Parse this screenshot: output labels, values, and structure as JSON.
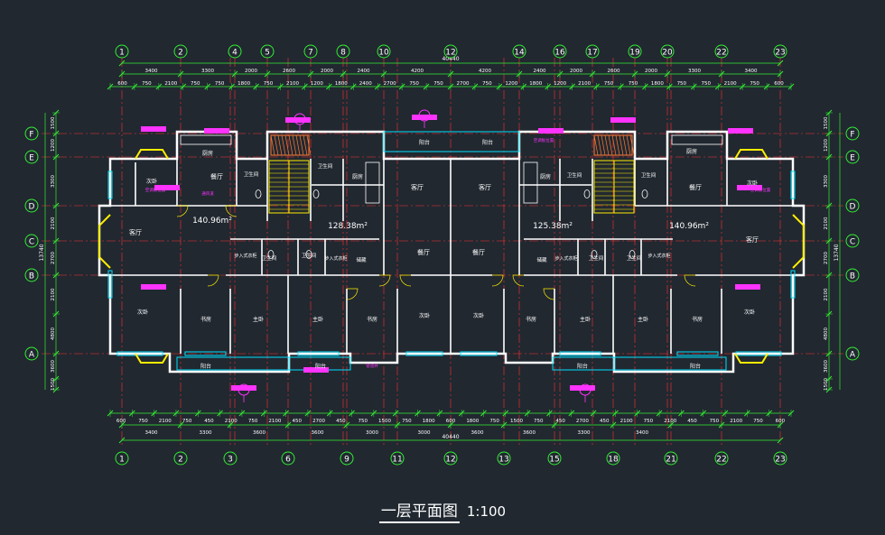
{
  "drawing": {
    "title": "一层平面图",
    "scale": "1:100",
    "colors": {
      "background": "#212830",
      "grid": "#ff3030",
      "dim": "#33ee33",
      "wall": "#ffffff",
      "yellow": "#ffee00",
      "cyan": "#00e0ff",
      "magenta": "#ff33ff",
      "orange": "#ff7733",
      "text": "#ffffff"
    }
  },
  "axes": {
    "top": [
      "1",
      "2",
      "4",
      "5",
      "7",
      "8",
      "10",
      "12",
      "14",
      "16",
      "17",
      "19",
      "20",
      "22",
      "23"
    ],
    "bottom": [
      "1",
      "2",
      "3",
      "6",
      "9",
      "11",
      "12",
      "13",
      "15",
      "18",
      "21",
      "22",
      "23"
    ],
    "rows": [
      "F",
      "E",
      "D",
      "C",
      "B",
      "A"
    ]
  },
  "dims": {
    "overall_top": "40440",
    "overall_bottom": "40440",
    "top_axis_spacing": [
      "3400",
      "3300",
      "2000",
      "2600",
      "2000",
      "2400",
      "4200",
      "4200",
      "2400",
      "2000",
      "2600",
      "2000",
      "3300",
      "3400"
    ],
    "top_detail": [
      "600",
      "750",
      "2100",
      "750",
      "750",
      "1800",
      "750",
      "2100",
      "1200",
      "1800",
      "2400",
      "2700",
      "750",
      "750",
      "2700",
      "750",
      "1200",
      "1800",
      "1200",
      "2100",
      "750",
      "750",
      "1800",
      "750",
      "750",
      "2100",
      "750",
      "600"
    ],
    "bottom_axis_spacing": [
      "3400",
      "3300",
      "3600",
      "3600",
      "3000",
      "3000",
      "3600",
      "3600",
      "3300",
      "3400"
    ],
    "bottom_detail": [
      "600",
      "750",
      "2100",
      "750",
      "450",
      "2100",
      "750",
      "2100",
      "450",
      "2700",
      "450",
      "750",
      "1500",
      "750",
      "1800",
      "600",
      "1800",
      "750",
      "1500",
      "750",
      "450",
      "2700",
      "450",
      "2100",
      "750",
      "2100",
      "450",
      "750",
      "2100",
      "750",
      "600"
    ],
    "left_rows": [
      "1500",
      "1200",
      "3300",
      "2100",
      "2700",
      "2100",
      "4800",
      "3600",
      "1500"
    ],
    "right_rows": [
      "1500",
      "1200",
      "3300",
      "2100",
      "2700",
      "2100",
      "4800",
      "3600",
      "1500"
    ],
    "overall_side": "13740"
  },
  "rooms": {
    "living": "客厅",
    "dining": "餐厅",
    "kitchen": "厨房",
    "bath": "卫生间",
    "master": "主卧",
    "second": "次卧",
    "study": "书房",
    "storage": "储藏",
    "balcony": "阳台",
    "walkin": "步入式衣柜",
    "vent": "通风道",
    "area_left": "140.96m²",
    "area_midleft": "128.38m²",
    "area_midright": "125.38m²",
    "area_right": "140.96m²",
    "note_ac": "空调板位置",
    "note_pipe": "管道井"
  }
}
